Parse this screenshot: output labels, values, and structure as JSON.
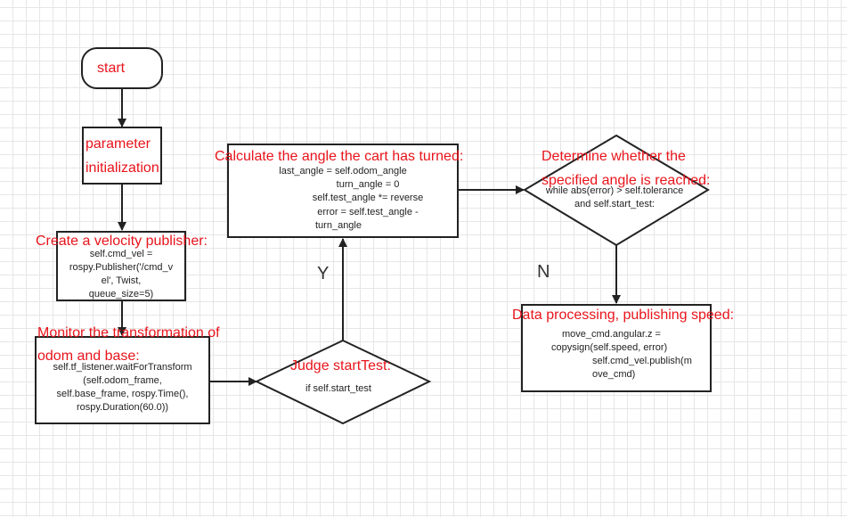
{
  "start": {
    "label": "start"
  },
  "param_init": {
    "line1": "parameter",
    "line2": "initialization"
  },
  "velocity_pub": {
    "title": "Create a velocity publisher:",
    "lines": [
      "self.cmd_vel =",
      "rospy.Publisher('/cmd_v",
      "el', Twist,",
      "queue_size=5)"
    ]
  },
  "monitor_tf": {
    "title1": "Monitor the transformation of",
    "title2": "odom and base:",
    "lines": [
      "self.tf_listener.waitForTransform",
      "(self.odom_frame,",
      "self.base_frame, rospy.Time(),",
      "rospy.Duration(60.0))"
    ]
  },
  "judge": {
    "title": "Judge startTest:",
    "code": "if self.start_test"
  },
  "calc_angle": {
    "title": "Calculate the angle the cart has turned:",
    "lines": [
      "last_angle = self.odom_angle",
      "turn_angle = 0",
      "self.test_angle *= reverse",
      "error = self.test_angle -",
      "turn_angle"
    ]
  },
  "determine": {
    "title1": "Determine whether the",
    "title2": "specified angle is reached:",
    "lines": [
      "while abs(error) > self.tolerance",
      "and self.start_test:"
    ]
  },
  "data_proc": {
    "title": "Data processing, publishing speed:",
    "lines": [
      "move_cmd.angular.z =",
      "copysign(self.speed, error)",
      "self.cmd_vel.publish(m",
      "ove_cmd)"
    ]
  },
  "branch_labels": {
    "yes": "Y",
    "no": "N"
  }
}
